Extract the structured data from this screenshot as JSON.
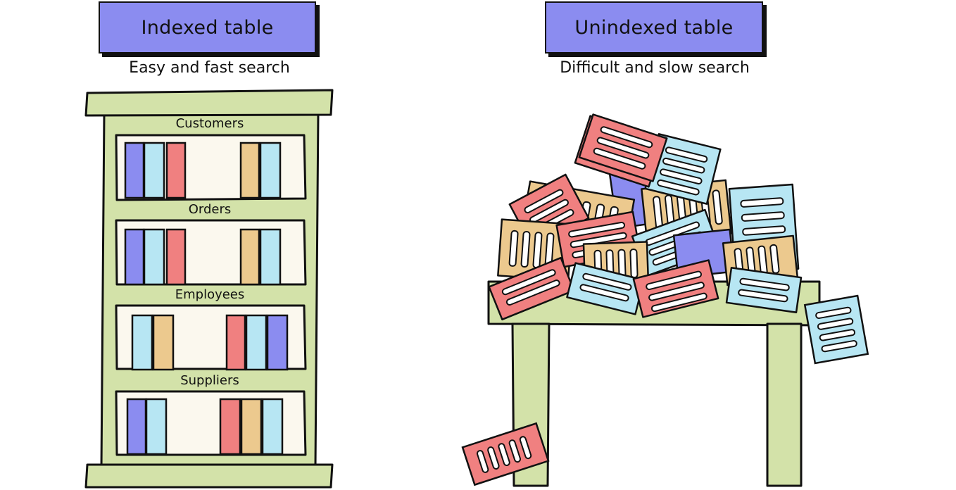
{
  "left": {
    "title": "Indexed table",
    "subtitle": "Easy and fast search",
    "shelves": [
      {
        "label": "Customers"
      },
      {
        "label": "Orders"
      },
      {
        "label": "Employees"
      },
      {
        "label": "Suppliers"
      }
    ]
  },
  "right": {
    "title": "Unindexed table",
    "subtitle": "Difficult and slow search"
  },
  "colors": {
    "title_fill": "#8b8cf0",
    "shelf_green": "#d3e2a9",
    "shelf_back": "#fbf8ee",
    "book_purple": "#8b8cf0",
    "book_blue": "#b7e6f3",
    "book_red": "#f08080",
    "book_tan": "#ecc98e",
    "outline": "#111111"
  }
}
